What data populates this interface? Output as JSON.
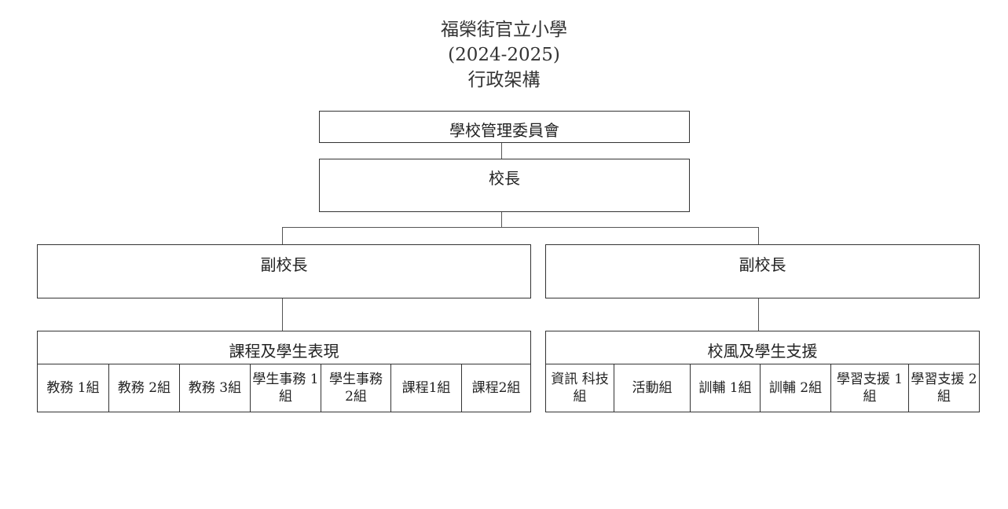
{
  "title": {
    "school": "福榮街官立小學",
    "year": "(2024-2025)",
    "subtitle": "行政架構"
  },
  "committee": "學校管理委員會",
  "principal": "校長",
  "vice_principals": [
    "副校長",
    "副校長"
  ],
  "groups": [
    {
      "name": "課程及學生表現",
      "teams": [
        "教務 1組",
        "教務 2組",
        "教務 3組",
        "學生事務 1組",
        "學生事務 2組",
        "課程1組",
        "課程2組"
      ]
    },
    {
      "name": "校風及學生支援",
      "teams": [
        "資訊 科技組",
        "活動組",
        "訓輔 1組",
        "訓輔 2組",
        "學習支援 1組",
        "學習支援 2組"
      ]
    }
  ]
}
